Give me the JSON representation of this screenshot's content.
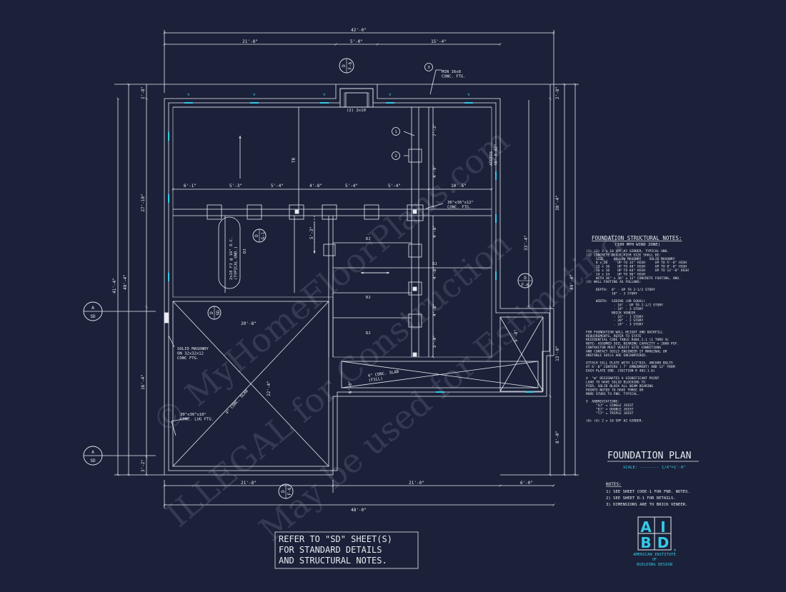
{
  "overall_dims": {
    "top": "42'-0\"",
    "bottom": "48'-0\""
  },
  "top_segments": [
    "21'-8\"",
    "5'-0\"",
    "15'-4\""
  ],
  "bottom_segments": [
    "21'-8\"",
    "21'-0\"",
    "6'-0\""
  ],
  "left_dims": [
    "2'-8\"",
    "27'-10\"",
    "16'-4\"",
    "3'-2\""
  ],
  "left_total": [
    "41'-4\"",
    "49'-4\""
  ],
  "right_dims": [
    "2'-8\"",
    "38'-4\"",
    "33'-4\"",
    "13'-0\"",
    "8'-0\""
  ],
  "right_total": "49'-4\"",
  "beam_dims": [
    "6'-1\"",
    "5'-3\"",
    "5'-4\"",
    "4'-8\"",
    "5'-4\"",
    "5'-4\"",
    "10'-6\""
  ],
  "pier_dims": [
    "5'-3\"",
    "4'-8\"",
    "4'-8\"",
    "4'-8\"",
    "5'-0\"",
    "7'-3\"",
    "4'-9\"",
    "9'-8\""
  ],
  "labels": {
    "min_ftg": "MIN 16x8\nCONC. FTG.",
    "girder": "(2) 2x10",
    "pier_ftg": "36\"x36\"x12\"\nCONC. FTG.",
    "dj": "DJ",
    "tr": "TR",
    "j": "J",
    "joist_note": "2x10 FJ @ 16\" O.C.\n(TYPICAL UNO.)",
    "access": "ACCESS\n48\" X 32\"",
    "dim_20_8": "20'-8\"",
    "dim_22_4": "22'-4\"",
    "dim_6_0": "6'-0\"",
    "solid_masonry": "SOLID MASONRY\nON 32x32x12\nCONC FTG.",
    "lug_ftg": "30\"x30\"x10\"\nCONC. LUG FTG.",
    "slab_left": "4\" CONC. SLAB",
    "slab_right": "4\" CONC. SLAB\n(FILL)",
    "n1": "1",
    "n2": "2",
    "n3": "3"
  },
  "section_tags": [
    {
      "top": "A",
      "bottom": "SD"
    },
    {
      "top": "A",
      "bottom": "SD"
    },
    {
      "top": "D",
      "bottom": "F-6"
    },
    {
      "top": "D",
      "bottom": "F-6"
    },
    {
      "top": "D",
      "bottom": "G-1"
    },
    {
      "top": "D",
      "bottom": "SD"
    },
    {
      "top": "D",
      "bottom": "F-6"
    }
  ],
  "notes": {
    "title": "FOUNDATION STRUCTURAL NOTES:",
    "subtitle": "(100 MPH WIND ZONE)",
    "lines": [
      "(1) (3) 2 x 10 SPF #2 GIRDER, TYPICAL UNO.",
      "(2) CONCRETE BLOCK PIER SIZE SHALL BE:",
      "     SIZE     HOLLOW MASONRY    SOLID MASONRY",
      "     8 x 16     UP TO 32\" HIGH     UP TO 5'-0\" HIGH",
      "     12 x 16    UP TO 48\" HIGH     UP TO 8'-0\" HIGH",
      "     16 x 16    UP TO 64\" HIGH     UP TO 12'-0\" HIGH",
      "     24 x 24    UP TO 96\" HIGH",
      "     WITH 36\" x 36\" x 12\" CONCRETE FOOTING, UNO.",
      "(3) WALL FOOTING AS FOLLOWS:",
      "",
      "     DEPTH:  8\" - UP TO 2-1/2 STORY",
      "             10\" - 3 STORY",
      "",
      "     WIDTH:  SIDING (OR EQUAL)",
      "              - 16\" - UP TO 2-1/2 STORY",
      "              - 18\" - 3 STORY",
      "             BRICK VENEER",
      "              - 16\" - 1 STORY",
      "              - 20\" - 2 STORY",
      "              - 24\" - 3 STORY",
      "",
      "FOR FOUNDATION WALL HEIGHT AND BACKFILL",
      "REQUIREMENTS, REFER TO STATE",
      "RESIDENTIAL CODE TABLE R404.1.1 (1 THRU 4)",
      "NOTE: ASSUMED SOIL BEARING CAPACITY = 2000 PSF.",
      "CONTRACTOR MUST VERIFY SITE CONDITIONS",
      "AND CONTACT SOILS ENGINEER IF MARGINAL OR",
      "UNSTABLE SOILS ARE ENCOUNTERED.",
      "",
      "ATTACH SILL PLATE WITH 1/2\"DIA. ANCHOR BOLTS",
      "AT 6'-0\" CENTERS ( 7' EMBEDMENT) AND 12\" FROM",
      "EACH PLATE END. (SECTION R 403.1.6)",
      "",
      "4  \"⊠\" DESIGNATES A SIGNIFICANT POINT",
      "LOAD TO HAVE SOLID BLOCKING TO",
      "PIER, SOLID BLOCK ALL BEAM BEARING",
      "POINTS NOTED TO HAVE THREE OR",
      "MORE STUDS TO FND. TYPICAL.",
      "",
      "5  ABBREVIATIONS:",
      "     \"SJ\" = SINGLE JOIST",
      "     \"DJ\" = DOUBLE JOIST",
      "     \"TJ\" = TRIPLE JOIST",
      "",
      "(6) (4) 2 x 10 SPF #2 GIRDER."
    ]
  },
  "plan_title": "FOUNDATION PLAN",
  "scale": "SCALE: -------- 1/4\"=1'-0\"",
  "notes_bottom": {
    "title": "NOTES:",
    "lines": [
      "1)  SEE SHEET CODE-1 FOR FND. NOTES.",
      "2)  SEE SHEET D-1 FOR DETAILS.",
      "3)  DIMENSIONS ARE TO BRICK VENEER."
    ]
  },
  "refer_box": [
    "REFER TO \"SD\" SHEET(S)",
    "FOR STANDARD DETAILS",
    "AND STRUCTURAL NOTES."
  ],
  "logo": {
    "letters": [
      "A",
      "I",
      "B",
      "D"
    ],
    "line1": "AMERICAN INSTITUTE",
    "line2": "OF",
    "line3": "BUILDING DESIGN",
    "reg": "®"
  },
  "watermark": [
    "© MyHomeFloorPlans.com",
    "ILLEGAL for Construction",
    "May be used for Estimating"
  ],
  "colors": {
    "background": "#1b2138",
    "line": "#e8ebf2",
    "accent": "#36c8e6",
    "watermark": "#8a93ad"
  }
}
